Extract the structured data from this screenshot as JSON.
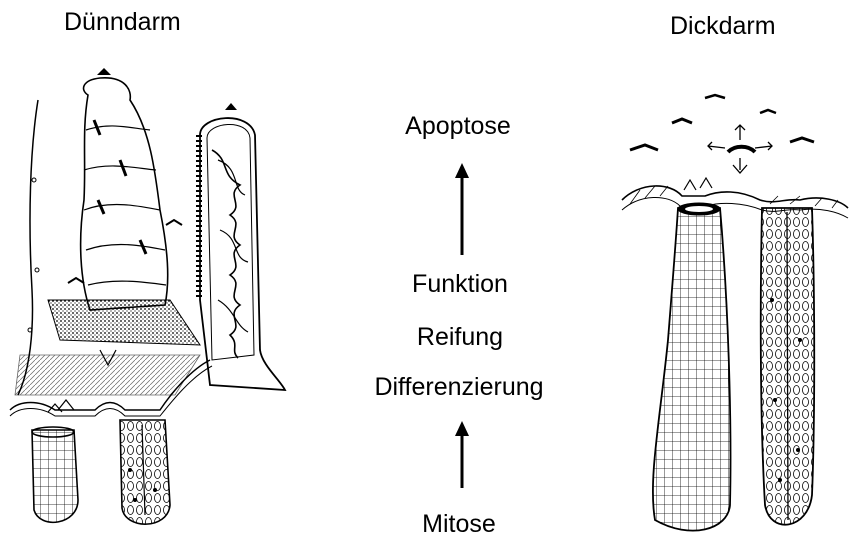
{
  "titles": {
    "small_intestine": "Dünndarm",
    "large_intestine": "Dickdarm"
  },
  "stages": {
    "top": "Apoptose",
    "function": "Funktion",
    "maturation": "Reifung",
    "differentiation": "Differenzierung",
    "bottom": "Mitose"
  },
  "colors": {
    "ink": "#000000",
    "background": "#ffffff"
  }
}
